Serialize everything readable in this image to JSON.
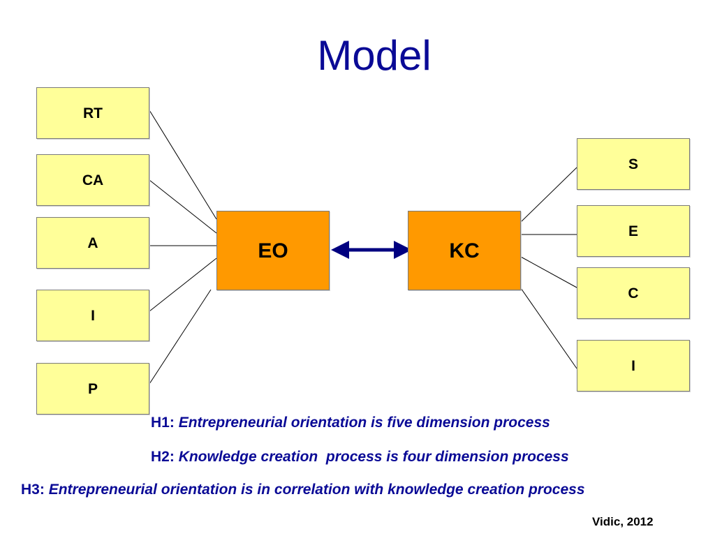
{
  "slide": {
    "title": "Model"
  },
  "left_dimensions": [
    {
      "label": "RT"
    },
    {
      "label": "CA"
    },
    {
      "label": "A"
    },
    {
      "label": "I"
    },
    {
      "label": "P"
    }
  ],
  "right_dimensions": [
    {
      "label": "S"
    },
    {
      "label": "E"
    },
    {
      "label": "C"
    },
    {
      "label": "I"
    }
  ],
  "core": {
    "left_label": "EO",
    "right_label": "KC"
  },
  "hypotheses": [
    {
      "prefix": "H1: ",
      "text": "Entrepreneurial orientation is five dimension process"
    },
    {
      "prefix": "H2: ",
      "text": "Knowledge creation  process is four dimension process"
    },
    {
      "prefix": "H3: ",
      "text": "Entrepreneurial orientation is in correlation with knowledge creation process"
    }
  ],
  "citation": "Vidic, 2012",
  "colors": {
    "title_text": "#0a0a96",
    "dimension_fill": "#ffff99",
    "core_fill": "#ff9900",
    "arrow": "#000080",
    "hypothesis_text": "#0a0a96"
  }
}
